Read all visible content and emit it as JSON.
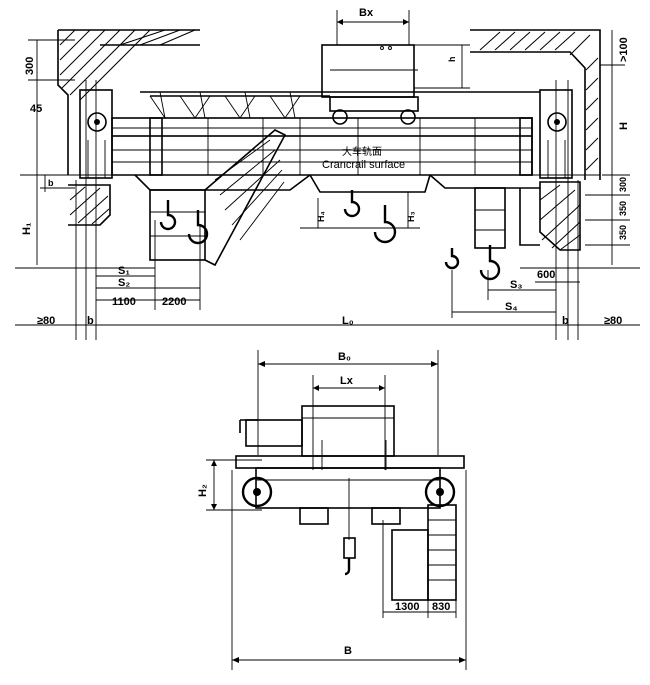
{
  "top_view": {
    "bx": "Bx",
    "h_small": "h",
    "dim_300_left": "300",
    "dim_45": "45",
    "dim_100": ">100",
    "H": "H",
    "H1": "H₁",
    "H3": "H₃",
    "H4": "H₄",
    "dim_300_right": "300",
    "dim_350_a": "350",
    "dim_350_b": "350",
    "dim_600": "600",
    "rail_cn": "大车轨面",
    "rail_en": "Crancrail surface",
    "S1": "S₁",
    "S2": "S₂",
    "S3": "S₃",
    "S4": "S₄",
    "dim_1100": "1100",
    "dim_2200": "2200",
    "left_clear": "≥80",
    "right_clear": "≥80",
    "b_left": "b",
    "b_right": "b",
    "Lq": "L₀",
    "b_side": "b"
  },
  "side_view": {
    "Bq": "B₀",
    "Lx": "Lx",
    "H2": "H₂",
    "dim_1300": "1300",
    "dim_830": "830",
    "B": "B"
  }
}
